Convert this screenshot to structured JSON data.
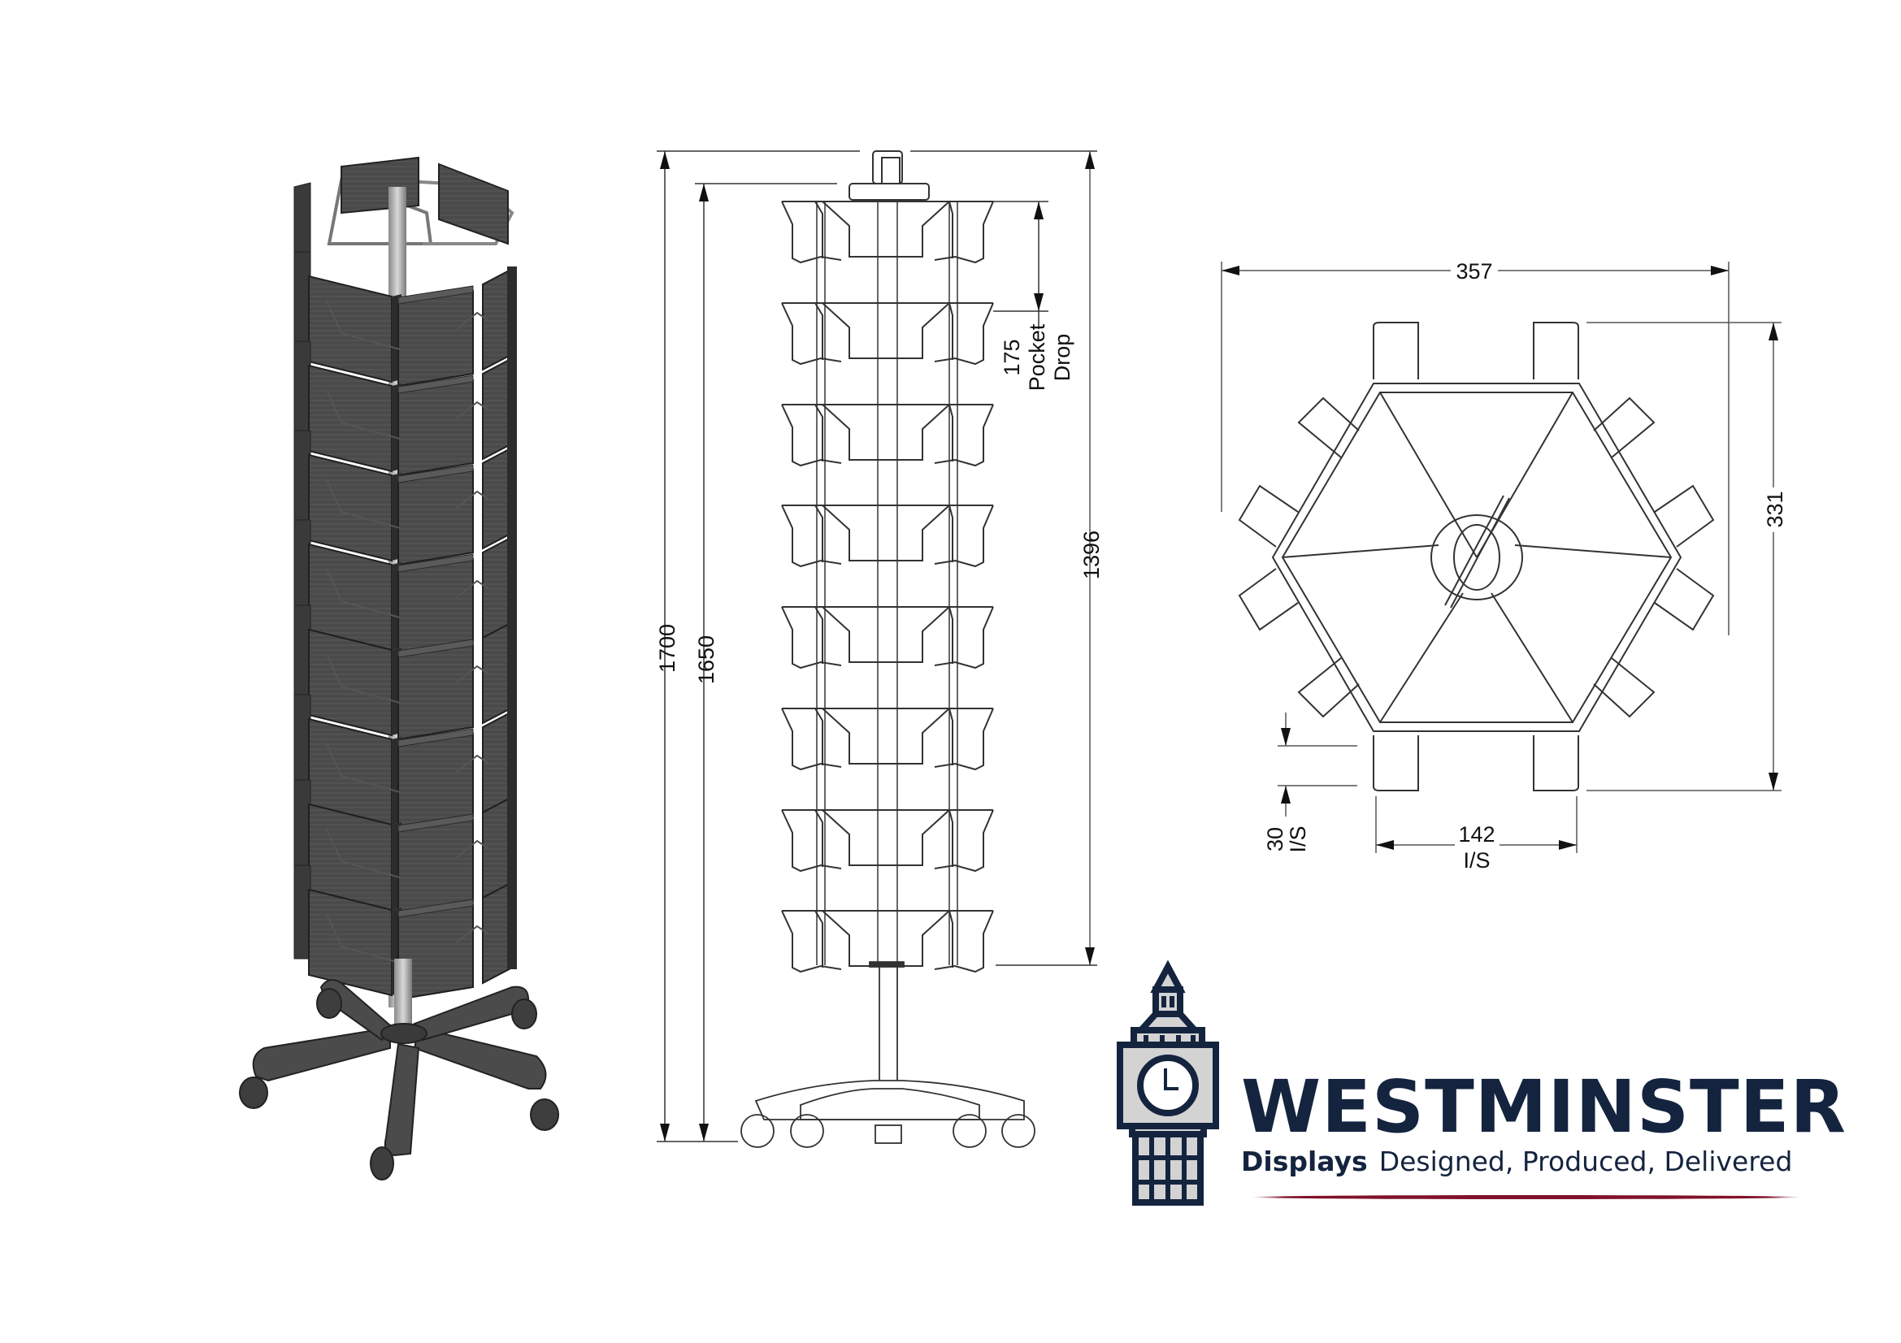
{
  "drawing": {
    "views": {
      "isometric": {
        "label": "3D rendered spinner stand with card pockets and 5-star castor base"
      },
      "elevation": {
        "dimensions": {
          "overall_height": "1700",
          "height_to_top_tier": "1650",
          "pocket_section_height": "1396",
          "pocket_drop": {
            "value": "175",
            "line1": "Pocket",
            "line2": "Drop"
          }
        },
        "tiers": 8
      },
      "plan": {
        "dimensions": {
          "width": "357",
          "depth": "331",
          "pocket_depth": {
            "value": "30",
            "note": "I/S"
          },
          "pocket_width": {
            "value": "142",
            "note": "I/S"
          }
        }
      }
    }
  },
  "brand": {
    "name": "WESTMINSTER",
    "sub": "Displays",
    "tagline": "Designed, Produced, Delivered",
    "colors": {
      "navy": "#14243f",
      "stone": "#d3d3d3",
      "accent": "#80122a"
    }
  }
}
